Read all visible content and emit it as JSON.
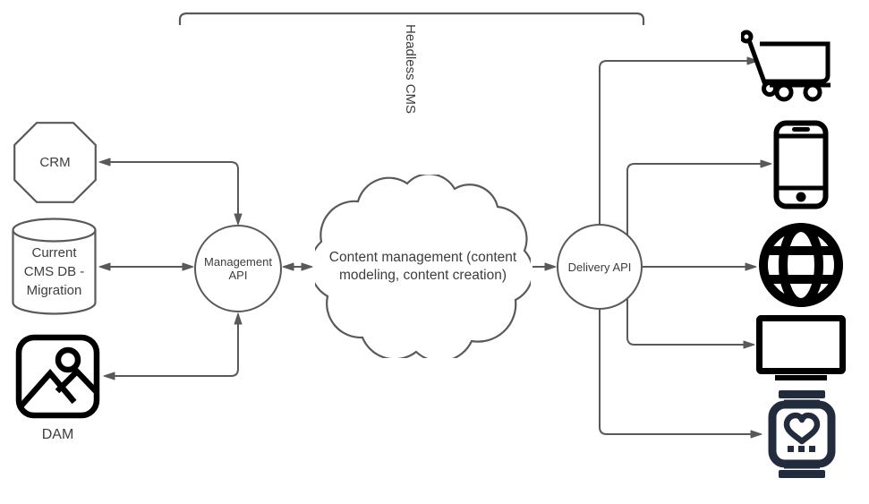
{
  "bracket": {
    "label": "Headless CMS"
  },
  "nodes": {
    "crm": {
      "label": "CRM",
      "shape": "octagon"
    },
    "current_cms_db": {
      "label": "Current CMS DB - Migration",
      "shape": "cylinder"
    },
    "dam": {
      "label": "DAM",
      "shape": "image-icon"
    },
    "management_api": {
      "label": "Management API",
      "shape": "circle"
    },
    "content_management": {
      "label": "Content management (content modeling, content creation)",
      "shape": "cloud"
    },
    "delivery_api": {
      "label": "Delivery API",
      "shape": "circle"
    }
  },
  "delivery_channels": [
    {
      "icon": "shopping-cart-icon"
    },
    {
      "icon": "smartphone-icon"
    },
    {
      "icon": "globe-icon"
    },
    {
      "icon": "tv-icon"
    },
    {
      "icon": "smartwatch-icon"
    }
  ],
  "connections": [
    {
      "from": "management_api",
      "to": "crm",
      "direction": "both"
    },
    {
      "from": "management_api",
      "to": "current_cms_db",
      "direction": "both"
    },
    {
      "from": "management_api",
      "to": "dam",
      "direction": "both"
    },
    {
      "from": "management_api",
      "to": "content_management",
      "direction": "both"
    },
    {
      "from": "content_management",
      "to": "delivery_api",
      "direction": "one-way"
    },
    {
      "from": "delivery_api",
      "to": "shopping-cart",
      "direction": "one-way"
    },
    {
      "from": "delivery_api",
      "to": "smartphone",
      "direction": "one-way"
    },
    {
      "from": "delivery_api",
      "to": "globe",
      "direction": "one-way"
    },
    {
      "from": "delivery_api",
      "to": "tv",
      "direction": "one-way"
    },
    {
      "from": "delivery_api",
      "to": "smartwatch",
      "direction": "one-way"
    }
  ],
  "colors": {
    "stroke": "#595959",
    "text": "#3d3d3d",
    "icon_black": "#000000",
    "icon_dark_navy": "#222c3c",
    "background": "#ffffff"
  }
}
